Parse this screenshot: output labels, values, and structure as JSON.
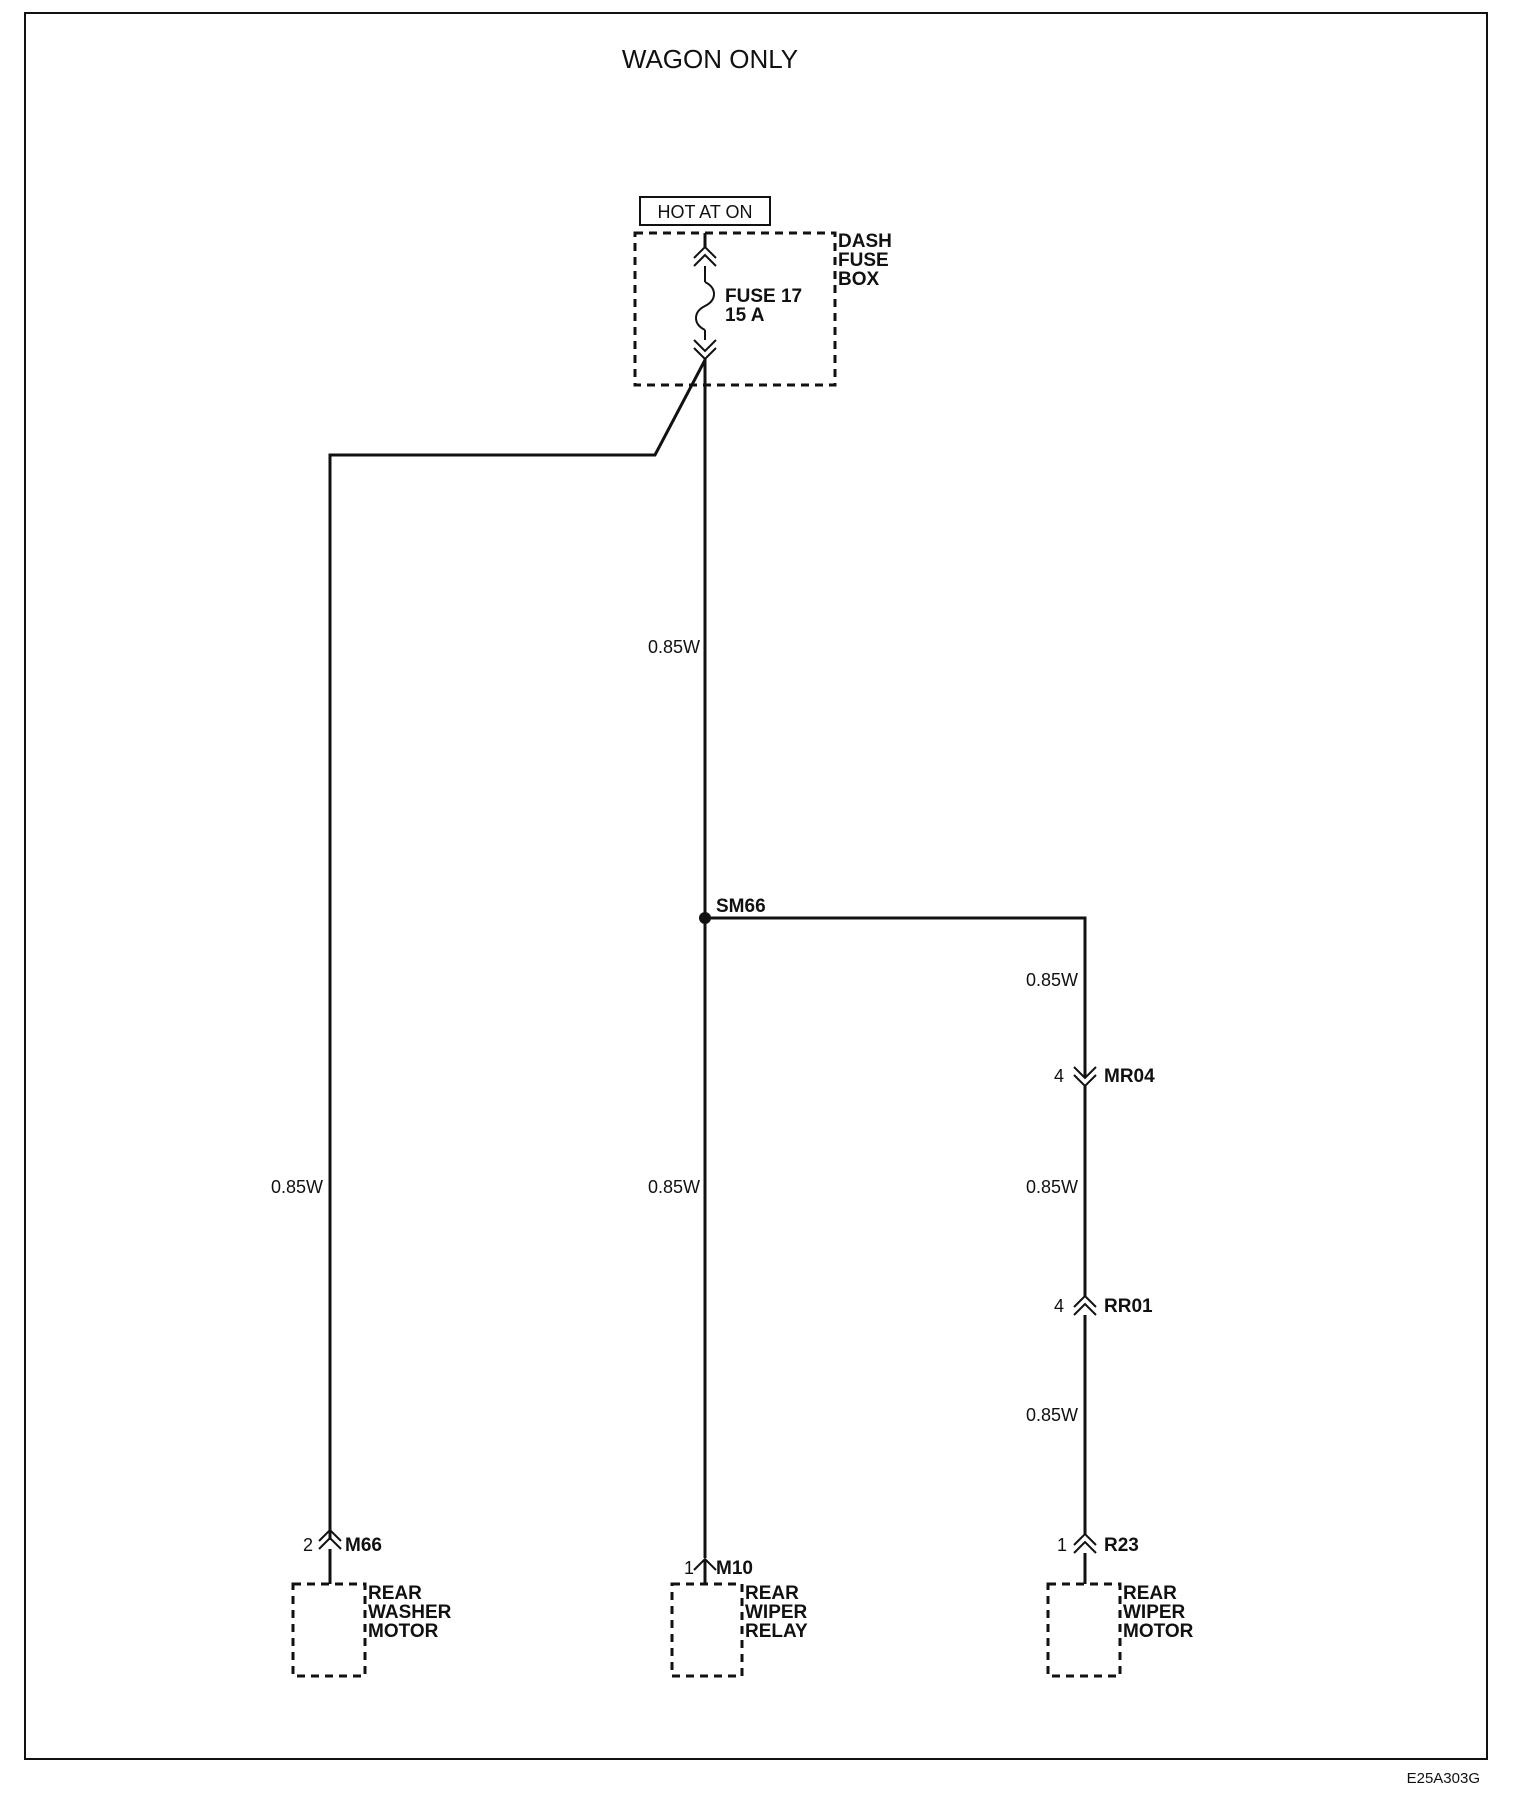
{
  "diagram": {
    "title": "WAGON ONLY",
    "figure_code": "E25A303G",
    "power_source": {
      "label": "HOT AT ON"
    },
    "fuse_box": {
      "label_lines": [
        "DASH",
        "FUSE",
        "BOX"
      ]
    },
    "fuse": {
      "label_lines": [
        "FUSE 17",
        "15 A"
      ]
    },
    "splice": {
      "label": "SM66"
    },
    "wire_labels": {
      "main_upper": "0.85W",
      "washer": "0.85W",
      "main_lower": "0.85W",
      "right_1": "0.85W",
      "right_2": "0.85W",
      "right_3": "0.85W"
    },
    "connectors": {
      "mr04": {
        "id": "MR04",
        "pin": "4"
      },
      "rr01": {
        "id": "RR01",
        "pin": "4"
      },
      "m66": {
        "id": "M66",
        "pin": "2"
      },
      "m10": {
        "id": "M10",
        "pin": "1"
      },
      "r23": {
        "id": "R23",
        "pin": "1"
      }
    },
    "components": {
      "washer_motor": {
        "label_lines": [
          "REAR",
          "WASHER",
          "MOTOR"
        ]
      },
      "wiper_relay": {
        "label_lines": [
          "REAR",
          "WIPER",
          "RELAY"
        ]
      },
      "wiper_motor": {
        "label_lines": [
          "REAR",
          "WIPER",
          "MOTOR"
        ]
      }
    }
  }
}
